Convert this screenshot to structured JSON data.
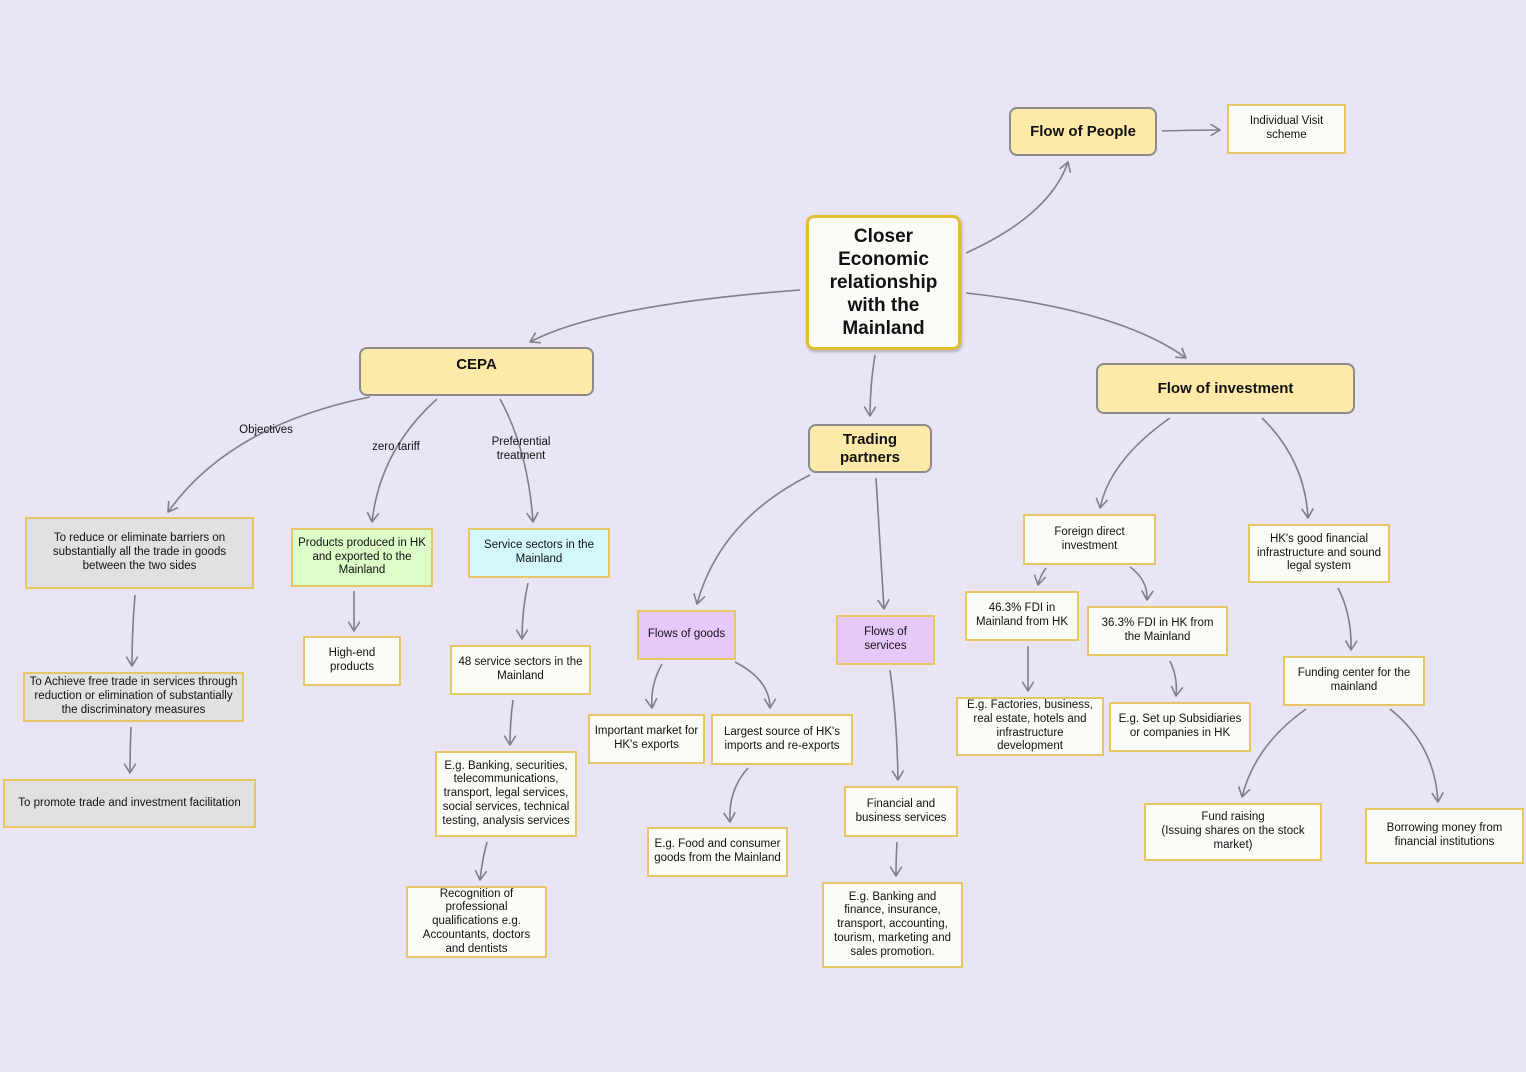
{
  "colors": {
    "background": "#e9e5f4",
    "topic_fill": "#fde9a8",
    "topic_border": "#8b8b8b",
    "node_border": "#e6c766",
    "center_border": "#e1bd2f",
    "arrow": "#7f7f86",
    "gray_fill": "#e1e1e1",
    "green_fill": "#dcfcc8",
    "cyan_fill": "#d3f8fb",
    "purple_fill": "#e7c8fb"
  },
  "nodes": {
    "center": "Closer Economic relationship with the Mainland",
    "flow_people": "Flow of People",
    "individual_visit": "Individual Visit scheme",
    "cepa": "CEPA",
    "trading_partners": "Trading partners",
    "flow_investment": "Flow of investment",
    "obj_reduce_barriers": "To reduce or eliminate barriers on substantially all the trade in goods between the two sides",
    "obj_free_trade": "To Achieve free trade in services through reduction or elimination of substantially the discriminatory measures",
    "obj_promote": "To promote trade and investment facilitation",
    "products_hk": "Products produced in HK and exported to the Mainland",
    "high_end": "High-end products",
    "service_sectors": "Service sectors in the Mainland",
    "sectors_48": "48 service sectors in the Mainland",
    "eg_banking_sec": "E.g. Banking, securities, telecommunications, transport, legal services, social services, technical testing, analysis services",
    "recognition": "Recognition of professional qualifications e.g. Accountants, doctors and dentists",
    "flows_goods": "Flows of goods",
    "important_market": "Important market for HK's exports",
    "largest_source": "Largest source of HK's imports and re-exports",
    "eg_food": "E.g. Food and consumer goods from the Mainland",
    "flows_services": "Flows of services",
    "financial_business": "Financial and business services",
    "eg_banking_finance": "E.g. Banking and finance, insurance, transport, accounting, tourism, marketing and sales promotion.",
    "fdi": "Foreign direct investment",
    "fdi_46": "46.3% FDI in Mainland from HK",
    "fdi_36": "36.3% FDI in HK from the Mainland",
    "eg_factories": "E.g. Factories, business, real estate, hotels and infrastructure development",
    "eg_subsidiaries": "E.g. Set up Subsidiaries or companies in HK",
    "hk_good_financial": "HK's good financial infrastructure and sound legal  system",
    "funding_center": "Funding center for the mainland",
    "fund_raising": "Fund raising\n(Issuing shares on the stock market)",
    "borrowing": "Borrowing money from financial institutions"
  },
  "edge_labels": {
    "objectives": "Objectives",
    "zero_tariff": "zero tariff",
    "preferential": "Preferential\ntreatment"
  }
}
